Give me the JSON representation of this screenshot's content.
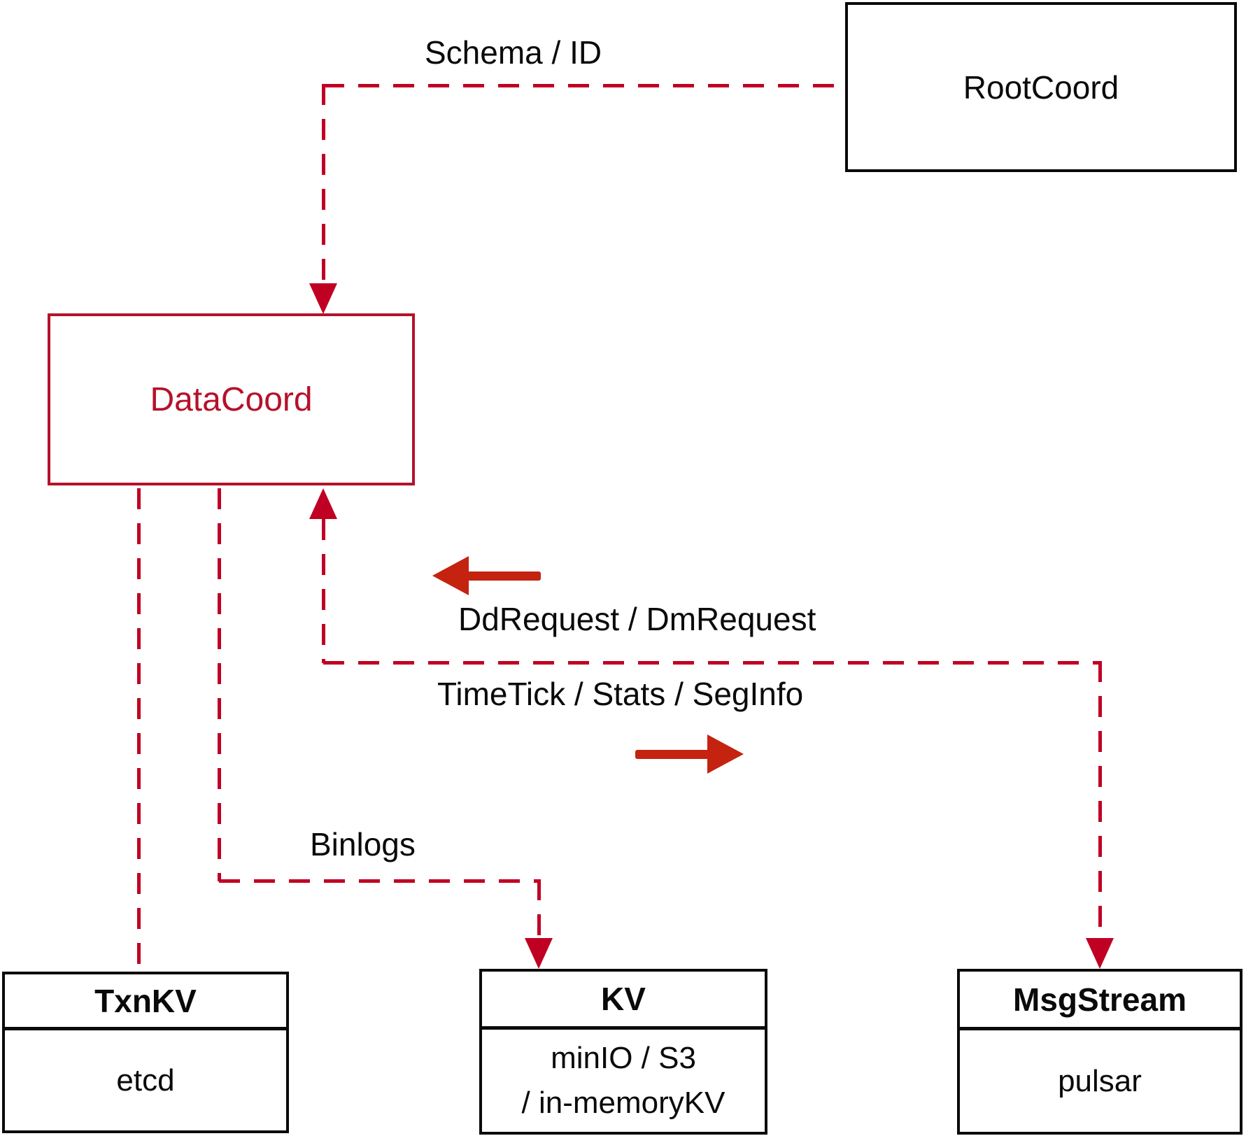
{
  "nodes": {
    "rootcoord": {
      "label": "RootCoord"
    },
    "datacoord": {
      "label": "DataCoord"
    },
    "txnkv": {
      "title": "TxnKV",
      "body": "etcd"
    },
    "kv": {
      "title": "KV",
      "body_line1": "minIO / S3",
      "body_line2": "/ in-memoryKV"
    },
    "msgstream": {
      "title": "MsgStream",
      "body": "pulsar"
    }
  },
  "edges": {
    "schema_id": {
      "label": "Schema / ID"
    },
    "dd_dm_request": {
      "label": "DdRequest / DmRequest"
    },
    "timetick_stats": {
      "label": "TimeTick / Stats / SegInfo"
    },
    "binlogs": {
      "label": "Binlogs"
    }
  },
  "colors": {
    "dashed_connector": "#c00023",
    "solid_arrow": "#c42310",
    "datacoord_accent": "#b5122a",
    "box_border": "#0a0a0a",
    "background": "#ffffff"
  }
}
